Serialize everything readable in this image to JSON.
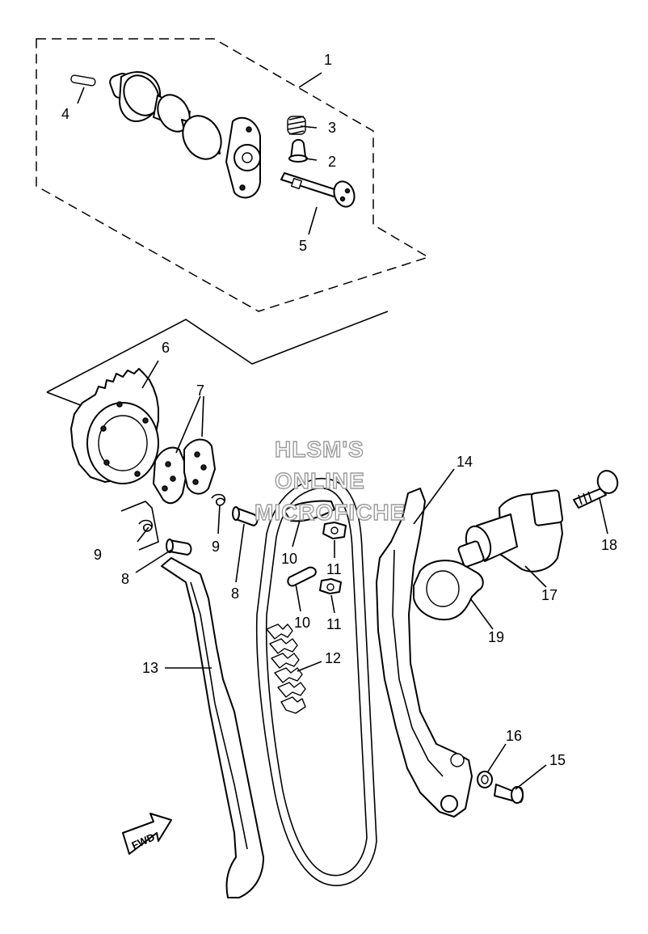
{
  "watermark": {
    "line1": "HLSM'S",
    "line2": "ONLINE",
    "line3": "MICROFICHE"
  },
  "direction_label": "FWD",
  "callouts": [
    {
      "id": "c1",
      "text": "1"
    },
    {
      "id": "c2",
      "text": "2"
    },
    {
      "id": "c3",
      "text": "3"
    },
    {
      "id": "c4",
      "text": "4"
    },
    {
      "id": "c5",
      "text": "5"
    },
    {
      "id": "c6",
      "text": "6"
    },
    {
      "id": "c7",
      "text": "7"
    },
    {
      "id": "c8a",
      "text": "8"
    },
    {
      "id": "c8b",
      "text": "8"
    },
    {
      "id": "c9a",
      "text": "9"
    },
    {
      "id": "c9b",
      "text": "9"
    },
    {
      "id": "c10a",
      "text": "10"
    },
    {
      "id": "c10b",
      "text": "10"
    },
    {
      "id": "c11a",
      "text": "11"
    },
    {
      "id": "c11b",
      "text": "11"
    },
    {
      "id": "c12",
      "text": "12"
    },
    {
      "id": "c13",
      "text": "13"
    },
    {
      "id": "c14",
      "text": "14"
    },
    {
      "id": "c15",
      "text": "15"
    },
    {
      "id": "c16",
      "text": "16"
    },
    {
      "id": "c17",
      "text": "17"
    },
    {
      "id": "c18",
      "text": "18"
    },
    {
      "id": "c19",
      "text": "19"
    }
  ]
}
